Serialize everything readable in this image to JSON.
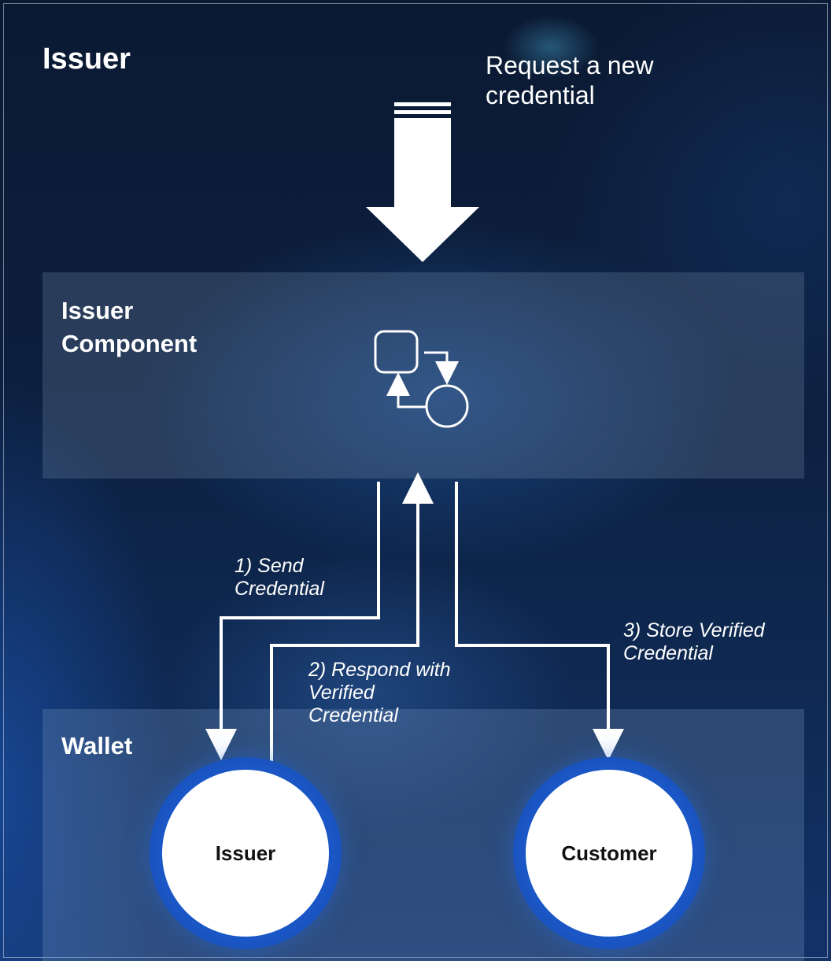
{
  "title": "Issuer",
  "request_label": "Request a new credential",
  "component": {
    "title": "Issuer Component",
    "icon": "workflow-icon"
  },
  "steps": {
    "send": "1) Send Credential",
    "respond": "2) Respond with Verified Credential",
    "store": "3) Store Verified Credential"
  },
  "wallet": {
    "title": "Wallet",
    "nodes": {
      "issuer": "Issuer",
      "customer": "Customer"
    }
  },
  "colors": {
    "background": "#0a1730",
    "ring": "#1b58c8",
    "node_fill": "#ffffff",
    "text": "#ffffff"
  }
}
